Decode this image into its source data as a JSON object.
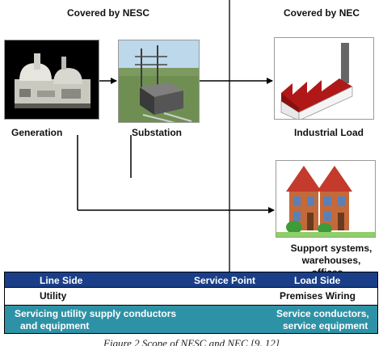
{
  "headers": {
    "nesc": "Covered by NESC",
    "nec": "Covered by NEC"
  },
  "captions": {
    "generation": "Generation",
    "substation": "Substation",
    "industrial_load": "Industrial Load",
    "support_line1": "Support systems,",
    "support_line2": "warehouses, offices..."
  },
  "table": {
    "row1": {
      "left": "Line Side",
      "center": "Service Point",
      "right": "Load Side"
    },
    "row2": {
      "left": "Utility",
      "right": "Premises Wiring"
    },
    "row3": {
      "left_line1": "Servicing utility supply conductors",
      "left_line2": "and equipment",
      "right_line1": "Service conductors,",
      "right_line2": "service equipment"
    }
  },
  "figure_caption": "Figure 2 Scope of NESC and NEC [9, 12]",
  "colors": {
    "band_dark_blue": "#1a3f88",
    "band_teal": "#2e92a6",
    "factory_red": "#b01818"
  },
  "icons": [
    "power-plant-icon",
    "substation-icon",
    "factory-icon",
    "houses-icon"
  ]
}
